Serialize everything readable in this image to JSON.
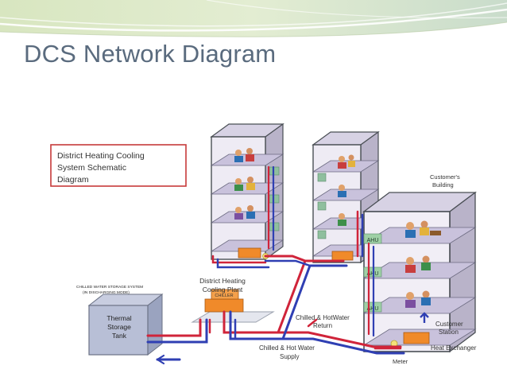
{
  "slide": {
    "title": "DCS Network Diagram"
  },
  "diagram": {
    "legend_lines": [
      "District Heating Cooling",
      "System Schematic",
      "Diagram"
    ],
    "storage_caption_line1": "CHILLED WATER STORAGE SYSTEM",
    "storage_caption_line2": "(IN DISCHARGING MODE)",
    "tank_lines": [
      "Thermal",
      "Storage",
      "Tank"
    ],
    "plant_lines": [
      "District  Heating",
      "Cooling Plant"
    ],
    "chiller_label": "CHILLER",
    "customer_building_lines": [
      "Customer's",
      "Building"
    ],
    "ahu_label": "AHU",
    "return_lines": [
      "Chilled  & HotWater",
      "Return"
    ],
    "supply_lines": [
      "Chilled & Hot Water",
      "Supply"
    ],
    "customer_station_lines": [
      "Customer",
      "Station"
    ],
    "heat_exchanger": "Heat Exchanger",
    "meter": "Meter"
  },
  "colors": {
    "title": "#5a6b7e",
    "supply_pipe": "#2f3fb3",
    "return_pipe": "#d0243a",
    "legend_border": "#c63a3a",
    "building_frame": "#4a4f55",
    "floor_slab": "#c9c2dc"
  }
}
